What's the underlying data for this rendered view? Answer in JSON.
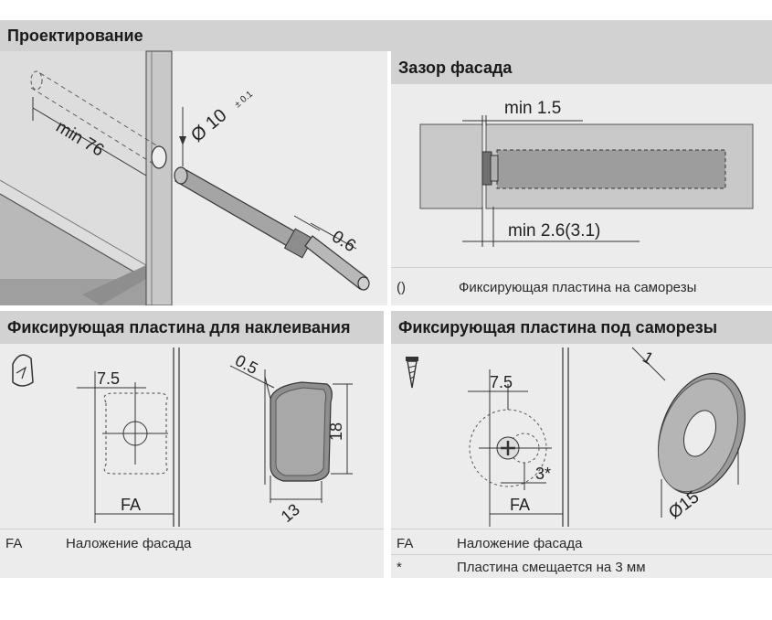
{
  "design": {
    "title": "Проектирование",
    "dims": {
      "min_depth": "min 76",
      "diameter": "Ø 10",
      "diameter_tol": "± 0.1",
      "ring": "0.6"
    }
  },
  "gap": {
    "title": "Зазор фасада",
    "dims": {
      "top": "min 1.5",
      "bottom": "min 2.6(3.1)"
    },
    "legend": [
      {
        "code": "()",
        "desc": "Фиксирующая пластина на саморезы"
      }
    ]
  },
  "adhesive": {
    "title": "Фиксирующая пластина для наклеивания",
    "dims": {
      "offset": "7.5",
      "fa": "FA",
      "thickness": "0.5",
      "height": "18",
      "width": "13"
    },
    "legend": [
      {
        "code": "FA",
        "desc": "Наложение фасада"
      }
    ]
  },
  "screw": {
    "title": "Фиксирующая пластина под саморезы",
    "dims": {
      "offset": "7.5",
      "shift": "3*",
      "fa": "FA",
      "thickness": "1",
      "diameter": "Ø15"
    },
    "legend": [
      {
        "code": "FA",
        "desc": "Наложение фасада"
      },
      {
        "code": "*",
        "desc": "Пластина смещается на 3 мм"
      }
    ]
  }
}
